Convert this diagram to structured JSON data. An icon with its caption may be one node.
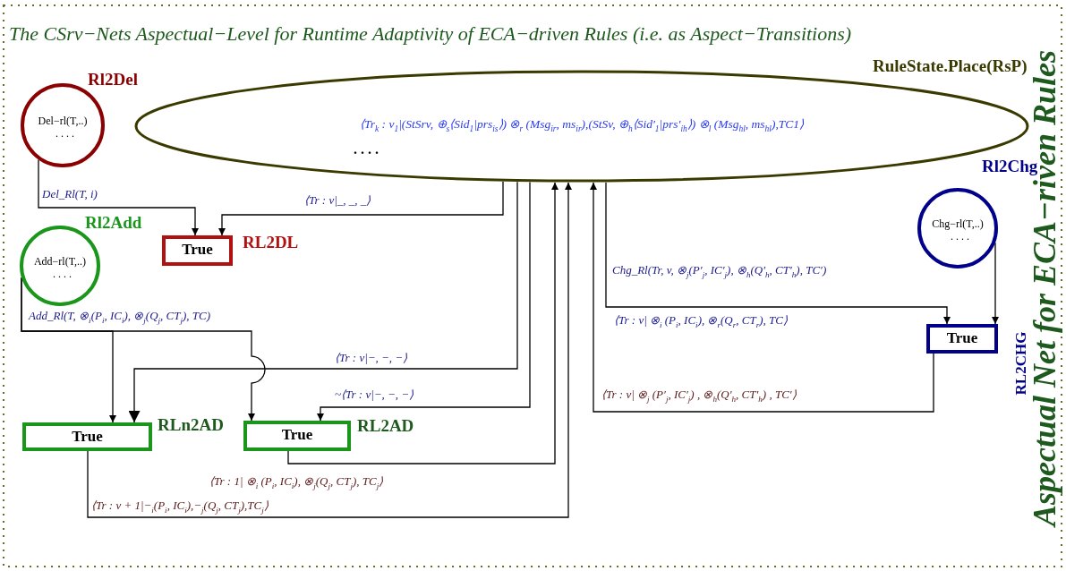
{
  "diagram": {
    "title": "The CSrv−Nets Aspectual−Level for Runtime Adaptivity of ECA−driven Rules (i.e. as Aspect−Transitions)",
    "nodes": [
      {
        "text": [
          "RuleState.Place(RsP)",
          "⟨Tr$_{k}$ : v$_{1}$|(StSrv, ⊕$_{s}$⟨Sid$_{1}$|prs$_{is}$⟩) ⊗$_{r}$ (Msg$_{ir}$, ms$_{ir}$),(StSv, ⊕$_{h}$⟨Sid′$_{1}$|prs′$_{ih}$⟩) ⊗$_{l}$ (Msg$_{hl}$, ms$_{hl}$),TC1⟩",
          ". . . ."
        ]
      },
      {
        "text": [
          "Rl2Del",
          "Del−rl(T,..)",
          ". . . ."
        ]
      },
      {
        "text": [
          "RL2DL",
          "True"
        ]
      },
      {
        "text": [
          "Rl2Add",
          "Add−rl(T,..)",
          ". . . ."
        ]
      },
      {
        "text": [
          "RLn2AD",
          "True"
        ]
      },
      {
        "text": [
          "RL2AD",
          "True"
        ]
      },
      {
        "text": [
          "Rl2Chg",
          "Chg−rl(T,..)",
          ". . . ."
        ]
      },
      {
        "text": [
          "RL2CHG",
          "True"
        ]
      }
    ],
    "edges": [
      {
        "from": 1,
        "to": 2,
        "arrow": "to",
        "label": "Del_Rl(T, i)"
      },
      {
        "from": 0,
        "to": 2,
        "arrow": "to",
        "label": "⟨Tr : v|_, _, _⟩"
      },
      {
        "from": 3,
        "to": 4,
        "arrow": "to",
        "label": "Add_Rl(T, ⊗$_{i}$(P$_{i}$, IC$_{i}$), ⊗$_{j}$(Q$_{j}$, CT$_{j}$), TC)"
      },
      {
        "from": 3,
        "to": 5,
        "arrow": "to"
      },
      {
        "from": 0,
        "to": 4,
        "arrow": "to",
        "label": "⟨Tr : v|−, −, −⟩"
      },
      {
        "from": 0,
        "to": 5,
        "arrow": "to",
        "label": "~⟨Tr : v|−, −, −⟩"
      },
      {
        "from": 5,
        "to": 0,
        "arrow": "to",
        "label": "⟨Tr : 1| ⊗$_{i}$ (P$_{i}$, IC$_{i}$), ⊗$_{j}$(Q$_{j}$, CT$_{j}$), TC$_{j}$⟩"
      },
      {
        "from": 4,
        "to": 0,
        "arrow": "to",
        "label": "⟨Tr : v + 1|−$_{i}$(P$_{i}$, IC$_{i}$),−$_{j}$(Q$_{j}$, CT$_{j}$),TC$_{j}$⟩"
      },
      {
        "from": 0,
        "to": 7,
        "arrow": "to",
        "label": "Chg_Rl(Tr, v, ⊗$_{j}$(P′$_{j}$, IC′$_{j}$), ⊗$_{h}$(Q′$_{h}$, CT′$_{h}$), TC′)"
      },
      {
        "from": 6,
        "to": 7,
        "arrow": "to"
      },
      {
        "from": 7,
        "to": 0,
        "arrow": "to",
        "label": "⟨Tr : v| ⊗$_{j}$ (P′$_{j}$, IC′$_{j}$) , ⊗$_{h}$(Q′$_{h}$, CT′$_{h}$) , TC′⟩"
      }
    ],
    "labels": [
      "Aspectual Net for ECA−riven Rules",
      "⟨Tr : v| ⊗$_{i}$ (P$_{i}$, IC$_{i}$), ⊗$_{r}$(Q$_{r}$, CT$_{r}$), TC⟩"
    ]
  }
}
